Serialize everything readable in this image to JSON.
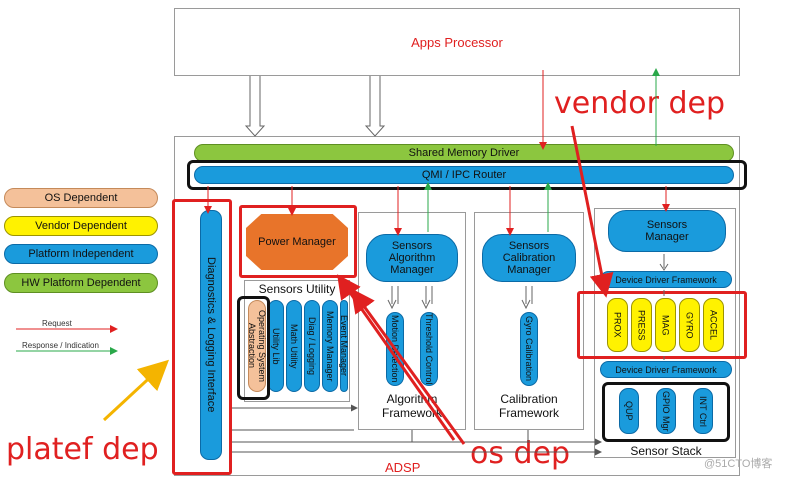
{
  "apps_processor": "Apps Processor",
  "shared_memory": "Shared Memory Driver",
  "qmi_router": "QMI / IPC Router",
  "diagnostics": "Diagnostics & Logging Interface",
  "power_manager": "Power Manager",
  "sensors_utility": {
    "title": "Sensors Utility",
    "items": [
      "Operating System Abstraction",
      "Utility Lib",
      "Math Utility",
      "Diag / Logging",
      "Memory Manager",
      "Event Manager"
    ]
  },
  "algorithm": {
    "manager": "Sensors Algorithm Manager",
    "items": [
      "Motion Detection",
      "Threshold Control"
    ],
    "framework": "Algorithm Framework"
  },
  "calibration": {
    "manager": "Sensors Calibration Manager",
    "item": "Gyro Calibration",
    "framework": "Calibration Framework"
  },
  "sensors_manager": "Sensors Manager",
  "ddf_top": "Device Driver Framework",
  "ddf_bottom": "Device Driver Framework",
  "drivers": [
    "PROX",
    "PRESS",
    "MAG",
    "GYRO",
    "ACCEL"
  ],
  "sensor_stack": {
    "items": [
      "QUP",
      "GPIO Mgr",
      "INT Ctrl"
    ],
    "title": "Sensor Stack"
  },
  "adsp": "ADSP",
  "legend": {
    "os": "OS Dependent",
    "vendor": "Vendor Dependent",
    "platform": "Platform Independent",
    "hw": "HW Platform Dependent",
    "request": "Request",
    "response": "Response / Indication"
  },
  "annotations": {
    "vendor": "vendor dep",
    "platef": "platef dep",
    "os": "os dep"
  },
  "watermark": "@51CTO博客",
  "colors": {
    "blue": "#1a9bdc",
    "green": "#8cc63f",
    "yellow": "#fff200",
    "orange_light": "#f4c19a",
    "orange_dark": "#e8742a",
    "red": "#e02020"
  }
}
